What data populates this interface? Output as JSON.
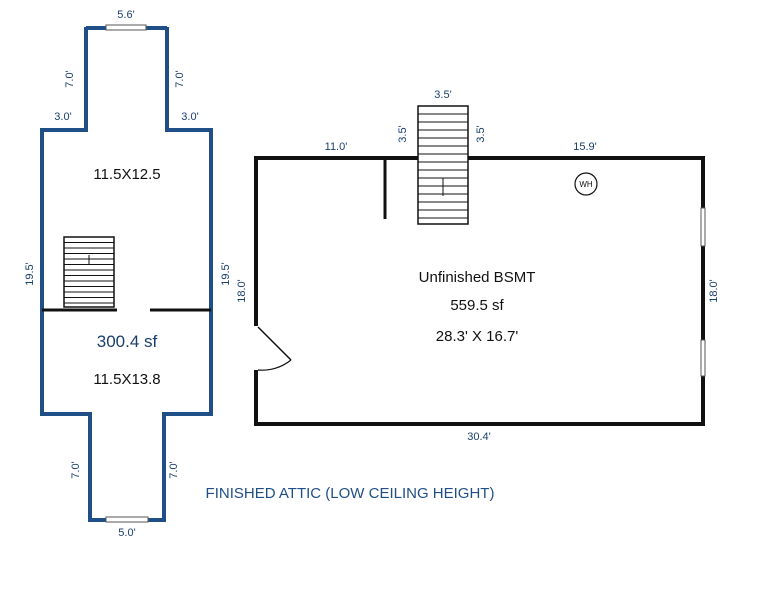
{
  "attic": {
    "top_width": "5.6'",
    "upper_left_side": "7.0'",
    "upper_right_side": "7.0'",
    "shoulder_left": "3.0'",
    "shoulder_right": "3.0'",
    "left_height": "19.5'",
    "right_height": "19.5'",
    "room_upper": "11.5X12.5",
    "area": "300.4 sf",
    "room_lower": "11.5X13.8",
    "lower_left_side": "7.0'",
    "lower_right_side": "7.0'",
    "bottom_width": "5.0'",
    "caption": "FINISHED ATTIC (LOW CEILING HEIGHT)",
    "wall_color": "#1f4f86"
  },
  "basement": {
    "stair_width": "3.5'",
    "stair_left_depth": "3.5'",
    "stair_right_depth": "3.5'",
    "top_left_span": "11.0'",
    "top_right_span": "15.9'",
    "left_height": "18.0'",
    "right_height": "18.0'",
    "bottom_width": "30.4'",
    "title": "Unfinished BSMT",
    "area": "559.5 sf",
    "size": "28.3' X 16.7'",
    "water_heater_label": "WH",
    "wall_color": "#111111"
  }
}
